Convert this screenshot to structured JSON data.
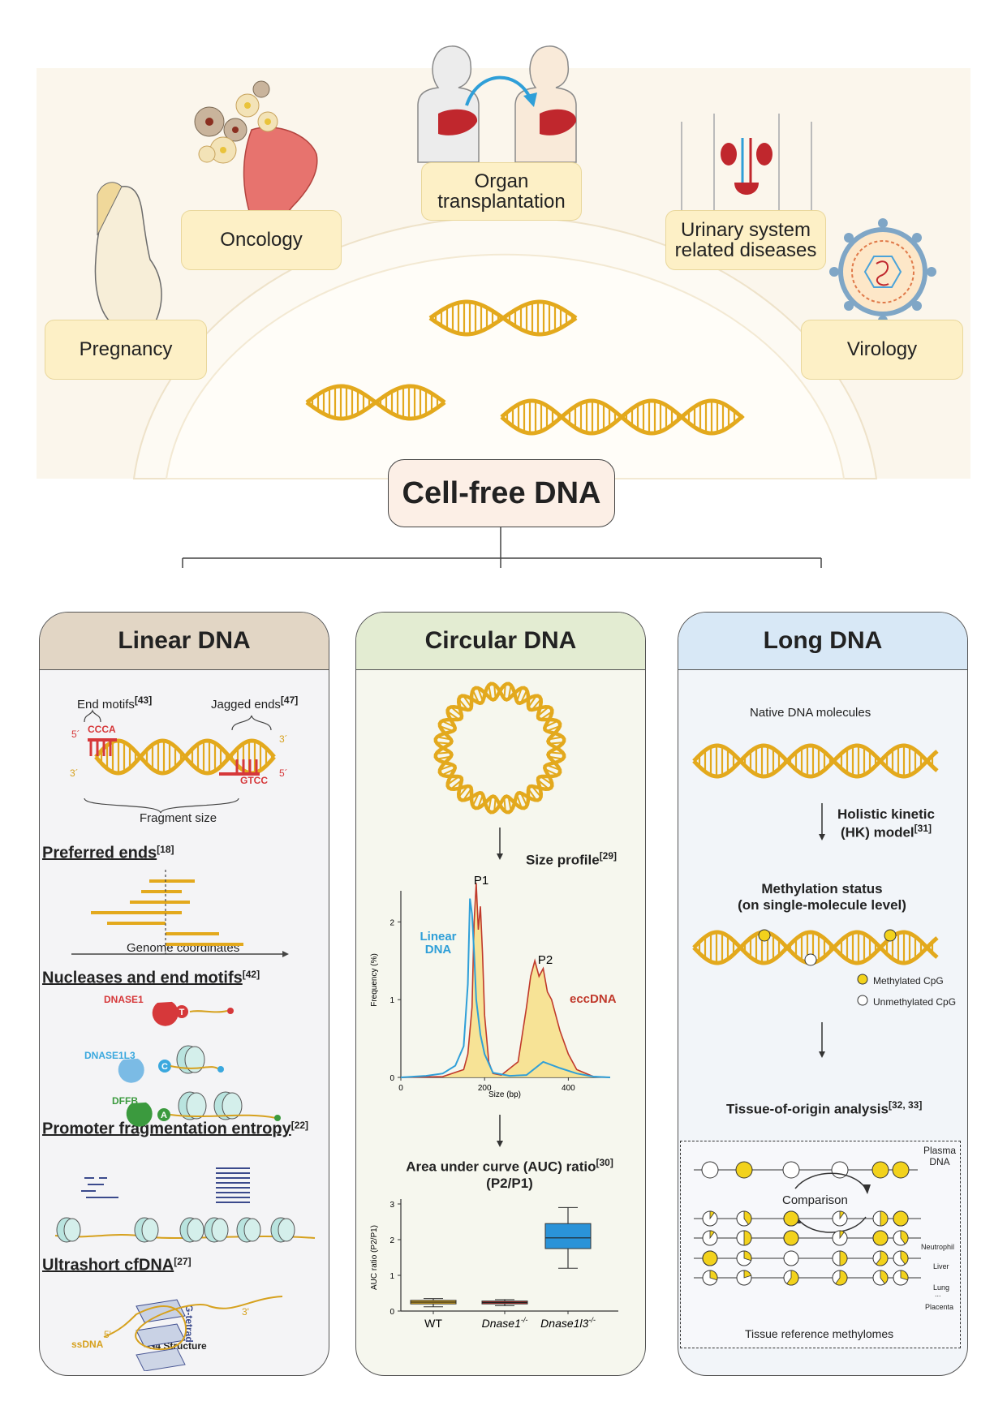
{
  "top": {
    "categories": [
      "Pregnancy",
      "Oncology",
      "Organ transplantation",
      "Urinary system related diseases",
      "Virology"
    ],
    "center_title": "Cell-free DNA"
  },
  "linear": {
    "title": "Linear DNA",
    "end_motifs": "End motifs",
    "end_motifs_ref": "[43]",
    "jagged_ends": "Jagged ends",
    "jagged_ends_ref": "[47]",
    "motif_top": "CCCA",
    "motif_bottom": "GTCC",
    "five_prime": "5´",
    "three_prime": "3´",
    "fragment_size": "Fragment size",
    "preferred_ends": "Preferred ends",
    "preferred_ends_ref": "[18]",
    "genome_coordinates": "Genome coordinates",
    "nucleases": "Nucleases and end motifs",
    "nucleases_ref": "[42]",
    "nuclease_names": [
      "DNASE1",
      "DNASE1L3",
      "DFFB"
    ],
    "nuclease_bases": [
      "T",
      "C",
      "A"
    ],
    "nuclease_colors": [
      "#d6383a",
      "#3aa8de",
      "#3b9a3e"
    ],
    "promoter": "Promoter fragmentation entropy",
    "promoter_ref": "[22]",
    "ultrashort": "Ultrashort cfDNA",
    "ultrashort_ref": "[27]",
    "g_tetrad": "G-tetrad",
    "ssdna": "ssDNA",
    "g4": "G4 Structure",
    "g4_five": "5'",
    "g4_three": "3'"
  },
  "circular": {
    "title": "Circular DNA",
    "size_profile": "Size profile",
    "size_profile_ref": "[29]",
    "auc_line1": "Area under curve (AUC) ratio",
    "auc_ref": "[30]",
    "auc_line2": "(P2/P1)"
  },
  "long": {
    "title": "Long DNA",
    "native": "Native DNA molecules",
    "hk_line1": "Holistic kinetic",
    "hk_line2": "(HK) model",
    "hk_ref": "[31]",
    "meth_line1": "Methylation status",
    "meth_line2": "(on single-molecule level)",
    "methylated": "Methylated CpG",
    "unmethylated": "Unmethylated CpG",
    "tissue": "Tissue-of-origin analysis",
    "tissue_ref": "[32, 33]",
    "plasma_line1": "Plasma",
    "plasma_line2": "DNA",
    "comparison": "Comparison",
    "tissues": [
      "Neutrophil",
      "Liver",
      "Lung",
      "Placenta"
    ],
    "ellipsis": "...",
    "tissue_ref_label": "Tissue reference methylomes"
  },
  "chart_data": [
    {
      "type": "line",
      "title": "",
      "xlabel": "Size (bp)",
      "ylabel": "Frequency (%)",
      "xlim": [
        0,
        500
      ],
      "ylim": [
        0,
        2.4
      ],
      "xticks": [
        0,
        200,
        400
      ],
      "yticks": [
        0,
        1,
        2
      ],
      "peak_labels": [
        "P1",
        "P2"
      ],
      "series": [
        {
          "name": "Linear DNA",
          "color": "#2f9fd8",
          "x": [
            0,
            60,
            100,
            130,
            150,
            160,
            165,
            170,
            175,
            180,
            190,
            200,
            220,
            260,
            300,
            340,
            380,
            420,
            460,
            500
          ],
          "y": [
            0,
            0.02,
            0.05,
            0.15,
            0.4,
            1.2,
            2.3,
            2.1,
            1.6,
            1.0,
            0.55,
            0.3,
            0.06,
            0.02,
            0.03,
            0.2,
            0.12,
            0.05,
            0.01,
            0
          ]
        },
        {
          "name": "eccDNA",
          "color": "#c0392b",
          "x": [
            0,
            100,
            150,
            160,
            170,
            175,
            180,
            185,
            190,
            195,
            200,
            205,
            210,
            220,
            240,
            280,
            300,
            310,
            320,
            330,
            340,
            350,
            360,
            370,
            380,
            400,
            420,
            460,
            500
          ],
          "y": [
            0,
            0.01,
            0.1,
            0.3,
            0.9,
            2.0,
            2.5,
            1.9,
            2.2,
            1.6,
            0.8,
            0.5,
            0.2,
            0.05,
            0.03,
            0.2,
            0.9,
            1.3,
            1.5,
            1.3,
            1.4,
            1.1,
            1.0,
            0.8,
            0.6,
            0.3,
            0.1,
            0.01,
            0
          ]
        }
      ]
    },
    {
      "type": "box",
      "title": "",
      "xlabel": "",
      "ylabel": "AUC ratio (P2/P1)",
      "ylim": [
        0,
        3
      ],
      "yticks": [
        0,
        1,
        2,
        3
      ],
      "categories": [
        "WT",
        "Dnase1-/-",
        "Dnase1l3-/-"
      ],
      "colors": [
        "#e8b21f",
        "#b5302c",
        "#2a93d8"
      ],
      "boxes": [
        {
          "min": 0.12,
          "q1": 0.2,
          "median": 0.25,
          "q3": 0.3,
          "max": 0.35
        },
        {
          "min": 0.15,
          "q1": 0.2,
          "median": 0.24,
          "q3": 0.28,
          "max": 0.32
        },
        {
          "min": 1.2,
          "q1": 1.75,
          "median": 2.05,
          "q3": 2.45,
          "max": 2.9
        }
      ]
    }
  ]
}
